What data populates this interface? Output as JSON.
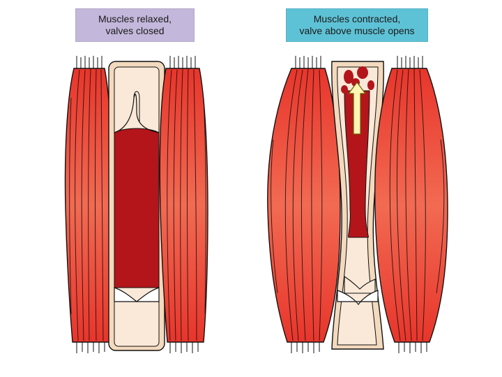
{
  "left_panel": {
    "label_line1": "Muscles relaxed,",
    "label_line2": "valves closed",
    "label_color": "#c3b8db"
  },
  "right_panel": {
    "label_line1": "Muscles contracted,",
    "label_line2": "valve above muscle opens",
    "label_color": "#5ec2d6"
  },
  "colors": {
    "muscle_red": "#e8352b",
    "muscle_highlight": "#f26a52",
    "fiber_line": "#111111",
    "vein_wall": "#f3d9bd",
    "vein_inner": "#fae9d8",
    "blood": "#b3151b",
    "arrow_fill": "#fff6b5"
  },
  "icons": [
    "upward-arrow-icon"
  ]
}
